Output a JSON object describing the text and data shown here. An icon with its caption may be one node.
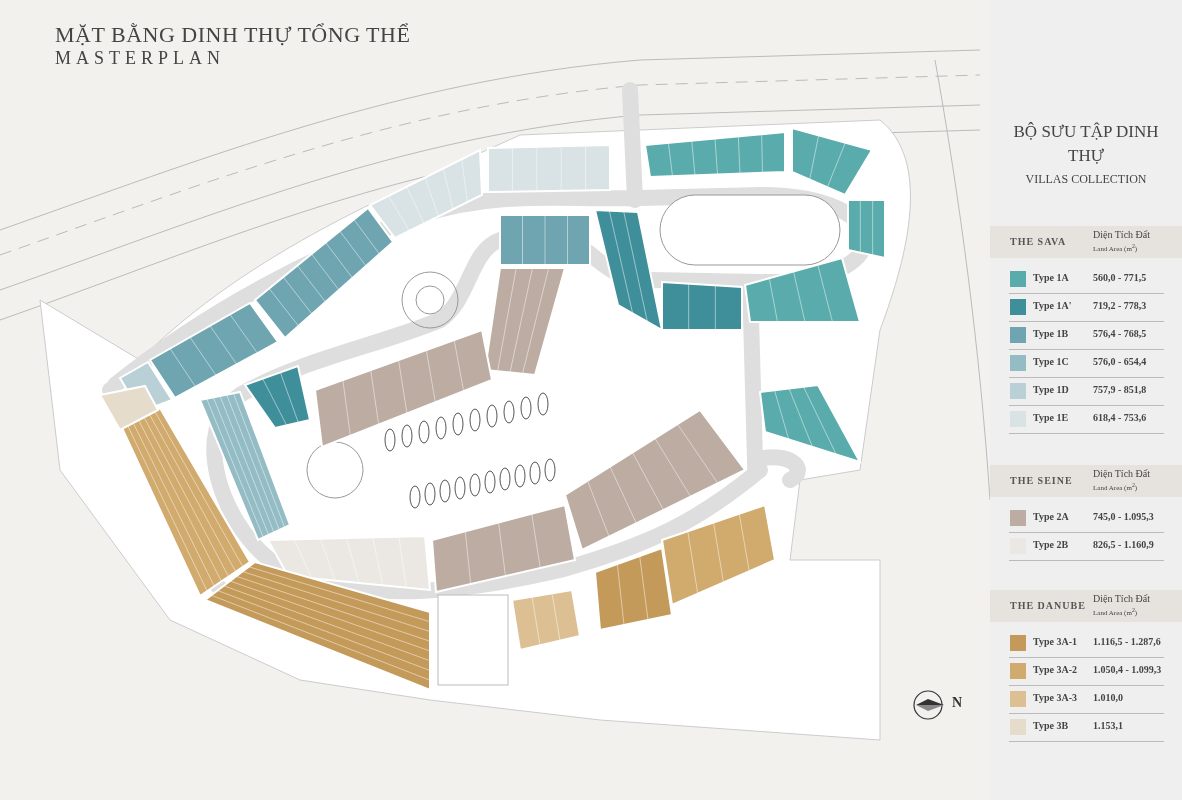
{
  "diagram": {
    "title": "MẶT BẰNG DINH THỰ TỔNG THỂ",
    "labels": [
      "MASTERPLAN",
      "BỘ SƯU TẬP DINH THỰ",
      "VILLAS COLLECTION",
      "THE SAVA",
      "Diện Tích Đất",
      "Land Area (m$^{2}$)",
      "560,0 - 771,5",
      "719,2 - 778,3",
      "576,4 - 768,5",
      "576,0 - 654,4",
      "757,9 - 851,8",
      "618,4 - 753,6",
      "THE SEINE",
      "Diện Tích Đất",
      "Land Area (m$^{2}$)",
      "745,0 - 1.095,3",
      "826,5 - 1.160,9",
      "THE DANUBE",
      "Diện Tích Đất",
      "Land Area (m$^{2}$)",
      "1.116,5 - 1.287,6",
      "1.050,4 - 1.099,3",
      "1.010,0",
      "1.153,1",
      "N"
    ],
    "legend": [
      {
        "text": "Type 1A",
        "color": "#5aabab"
      },
      {
        "text": "Type 1A'",
        "color": "#3f8f9a"
      },
      {
        "text": "Type 1B",
        "color": "#6fa5b0"
      },
      {
        "text": "Type 1C",
        "color": "#94bcc5"
      },
      {
        "text": "Type 1D",
        "color": "#b8d0d6"
      },
      {
        "text": "Type 1E",
        "color": "#d9e2e5"
      },
      {
        "text": "Type 2A",
        "color": "#bcaca2"
      },
      {
        "text": "Type 2B",
        "color": "#ebe8e3"
      },
      {
        "text": "Type 3A-1",
        "color": "#c49a5a"
      },
      {
        "text": "Type 3A-2",
        "color": "#d1aa6e"
      },
      {
        "text": "Type 3A-3",
        "color": "#dcc093"
      },
      {
        "text": "Type 3B",
        "color": "#e6dccb"
      }
    ]
  }
}
